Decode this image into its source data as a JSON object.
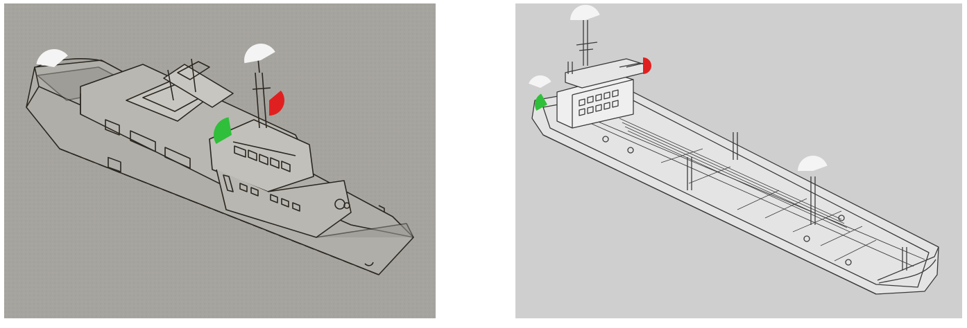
{
  "colors": {
    "left_background": "#a6a49e",
    "right_background": "#cfcfcf",
    "hull_left": "#b0aea8",
    "hull_right": "#e4e4e4",
    "outline": "#2a2620",
    "masthead_light": "#f4f4f4",
    "port_light": "#e02020",
    "starboard_light": "#2fbf3a"
  },
  "figures": [
    {
      "vessel": "motor-yacht",
      "lights": [
        "masthead-light",
        "port-sidelight",
        "starboard-sidelight",
        "stern-light"
      ]
    },
    {
      "vessel": "tanker",
      "lights": [
        "forward-masthead-light",
        "aft-masthead-light",
        "port-sidelight",
        "starboard-sidelight",
        "stern-light"
      ]
    }
  ]
}
